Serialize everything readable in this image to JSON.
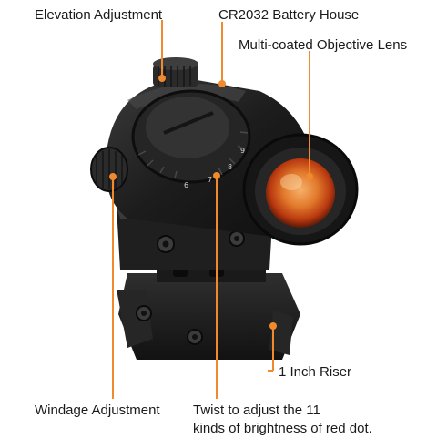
{
  "callouts": {
    "elevation": "Elevation Adjustment",
    "battery": "CR2032 Battery House",
    "lens": "Multi-coated Objective Lens",
    "riser": "1 Inch Riser",
    "windage": "Windage Adjustment",
    "twist_line1": "Twist to adjust the 11",
    "twist_line2": "kinds of brightness of red dot."
  },
  "dial_marks": [
    "6",
    "7",
    "8",
    "9"
  ],
  "colors": {
    "leader": "#f08a2c",
    "body": "#1e1e1e",
    "lens_glow": "#e0521c",
    "lens_core": "#f6b26b"
  }
}
